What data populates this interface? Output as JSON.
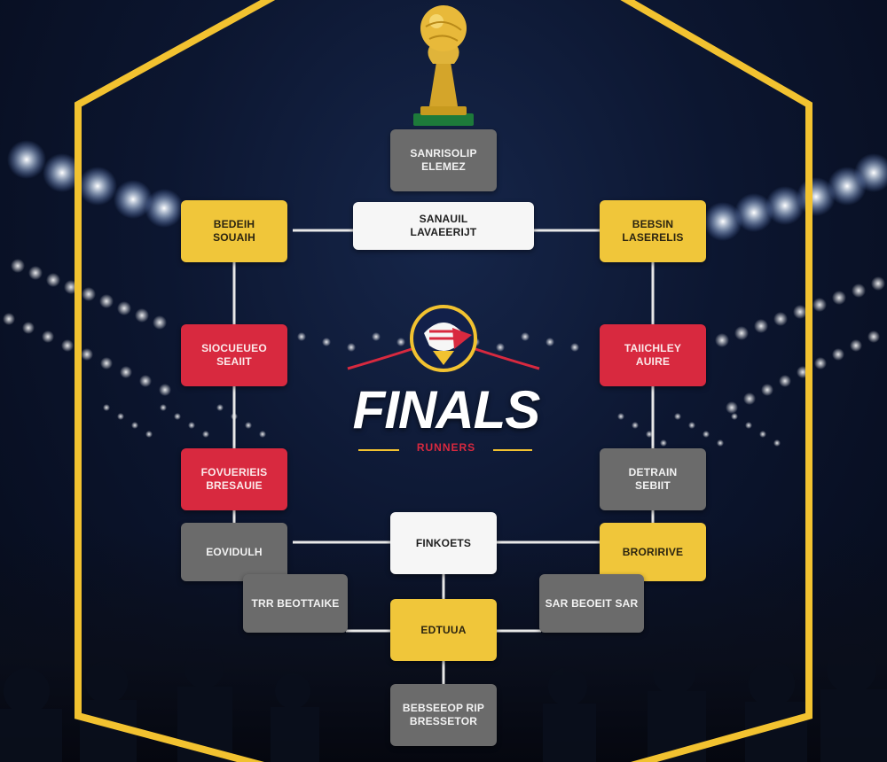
{
  "title": "FINALS",
  "subtitle": "RUNNERS",
  "colors": {
    "background": "#0c1630",
    "frame": "#f2c230",
    "yellow_box": "#f0c63a",
    "red_box": "#d8293f",
    "gray_box": "#6b6b6b",
    "white_box": "#f6f6f6",
    "connector": "#e8e8e8"
  },
  "icons": [
    "trophy-icon",
    "finals-emblem-icon"
  ],
  "boxes": {
    "top_champion": "SANRISOLIP\nELEMEZ",
    "center_white": "SANAUIL\nLAVAEERIJT",
    "left_yellow_top": "BEDEIH\nSOUAIH",
    "left_red_1": "SIOCUEUEO\nSEAIIT",
    "left_red_2": "FOVUERIEIS\nBRESAUIE",
    "left_gray_1": "EOVIDULH",
    "left_gray_2": "TRR BEOTTAIKE",
    "right_yellow_top": "BEBSIN\nLASERELIS",
    "right_red": "TAIICHLEY\nAUIRE",
    "right_gray_1": "DETRAIN\nSEBIIT",
    "right_yellow_2": "BRORIRIVE",
    "right_gray_2": "SAR BEOEIT SAR",
    "bottom_white": "FINKOETS",
    "bottom_yellow": "EDTUUA",
    "bottom_gray": "BEBSEEOP RIP\nBRESSETOR"
  }
}
